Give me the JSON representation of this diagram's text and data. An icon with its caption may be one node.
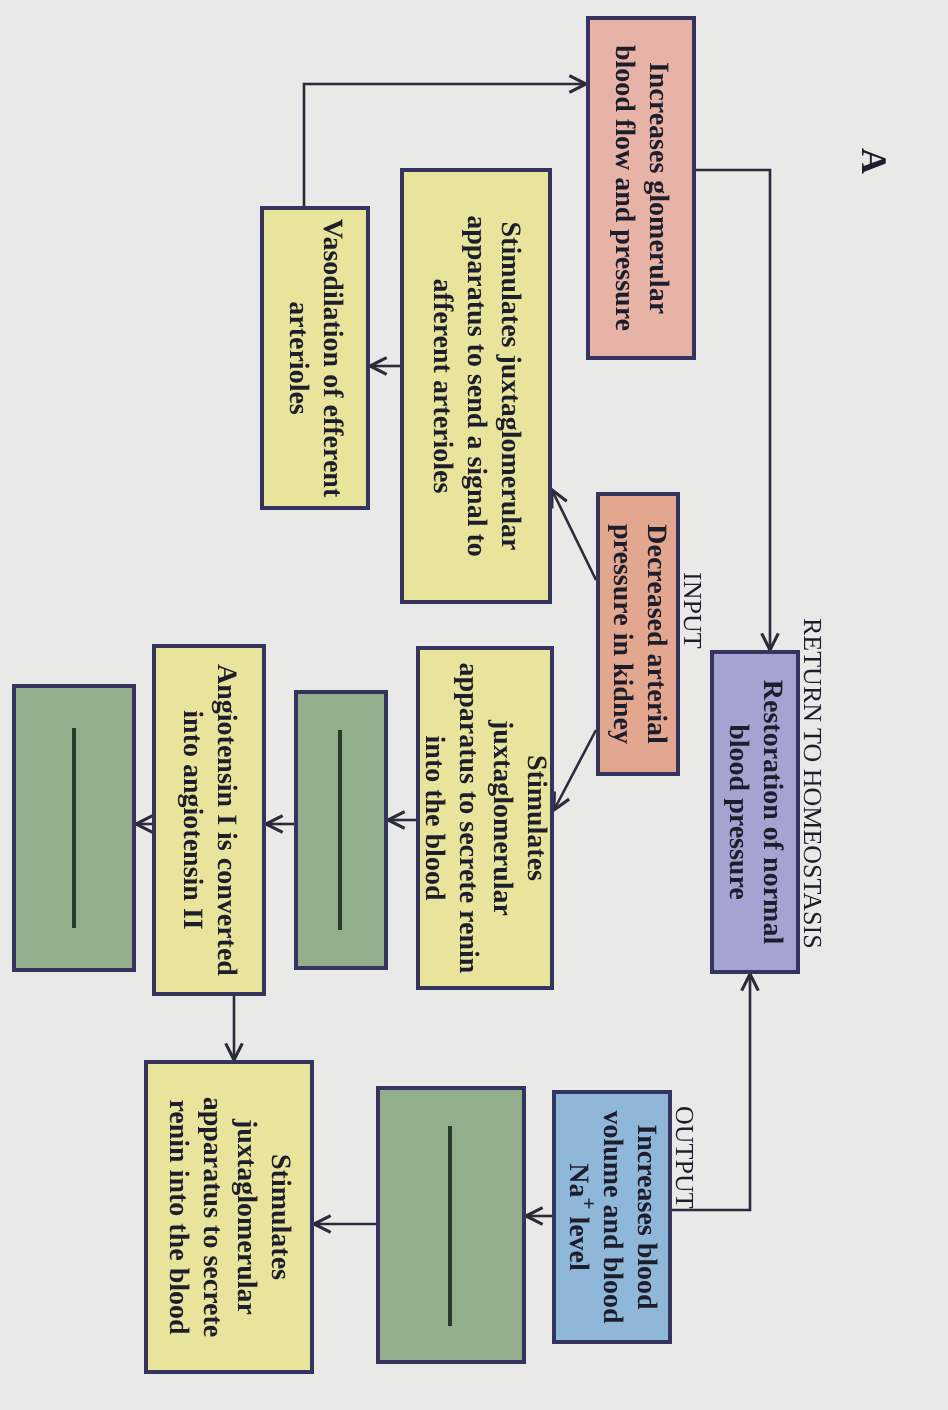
{
  "diagram": {
    "nodes": [
      {
        "text": [
          "Increases glomerular blood flow and pressure"
        ]
      },
      {
        "text": [
          "Stimulates juxtaglomerular apparatus to send a signal to afferent arterioles"
        ]
      },
      {
        "text": [
          "Vasodilation of efferent arterioles"
        ]
      },
      {
        "text": [
          "Decreased arterial pressure in kidney"
        ],
        "beside": [
          "INPUT"
        ]
      },
      {
        "text": [
          "Restoration of normal blood pressure"
        ],
        "beside": [
          "RETURN TO HOMEOSTASIS"
        ]
      },
      {
        "text": [
          "Stimulates juxtaglomerular apparatus to secrete renin into the blood"
        ]
      },
      {
        "text": [],
        "shape": "box"
      },
      {
        "text": [
          "Angiotensin I is converted into angiotensin II"
        ]
      },
      {
        "text": [],
        "shape": "box"
      },
      {
        "text": [
          "Increases blood volume and blood Na$^{+}$ level"
        ],
        "beside": [
          "OUTPUT"
        ]
      },
      {
        "text": [],
        "shape": "box"
      },
      {
        "text": [
          "Stimulates juxtaglomerular apparatus to secrete renin into the blood"
        ]
      }
    ],
    "edges": [
      {
        "from": 3,
        "to": 1,
        "arrow": "to"
      },
      {
        "from": 3,
        "to": 5,
        "arrow": "to"
      },
      {
        "from": 1,
        "to": 2,
        "arrow": "to"
      },
      {
        "from": 2,
        "to": 0,
        "arrow": "to"
      },
      {
        "from": 0,
        "to": 4,
        "arrow": "to"
      },
      {
        "from": 5,
        "to": 6,
        "arrow": "to"
      },
      {
        "from": 6,
        "to": 7,
        "arrow": "to"
      },
      {
        "from": 7,
        "to": 8,
        "arrow": "to"
      },
      {
        "from": 7,
        "to": 11,
        "arrow": "to"
      },
      {
        "from": 10,
        "to": 11,
        "arrow": "to"
      },
      {
        "from": 9,
        "to": 10,
        "arrow": "to"
      },
      {
        "from": 9,
        "to": 4,
        "arrow": "to"
      }
    ],
    "labels": [
      "A"
    ]
  }
}
